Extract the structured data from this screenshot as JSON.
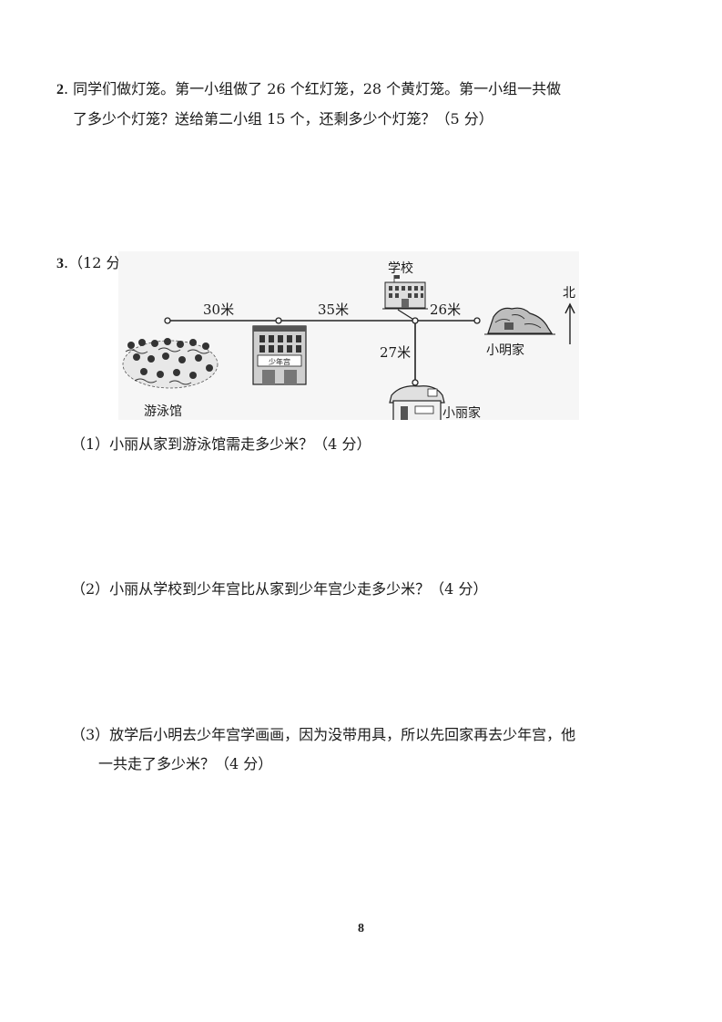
{
  "q2": {
    "number": "2",
    "line1": ". 同学们做灯笼。第一小组做了 26 个红灯笼，28 个黄灯笼。第一小组一共做",
    "line2": "了多少个灯笼？送给第二小组 15 个，还剩多少个灯笼？（5 分）"
  },
  "q3": {
    "number": "3",
    "header": ".（12 分）",
    "map": {
      "places": {
        "pool": "游泳馆",
        "palace": "少年宫",
        "palace_sign": "少年宫",
        "school": "学校",
        "xiaoming": "小明家",
        "xiaoli": "小丽家"
      },
      "distances": {
        "pool_palace": "30米",
        "palace_junction": "35米",
        "junction_xiaoming": "26米",
        "junction_xiaoli": "27米"
      },
      "north": "北"
    },
    "sub1": "（1）小丽从家到游泳馆需走多少米？（4 分）",
    "sub2": "（2）小丽从学校到少年宫比从家到少年宫少走多少米？（4 分）",
    "sub3_line1": "（3）放学后小明去少年宫学画画，因为没带用具，所以先回家再去少年宫，他",
    "sub3_line2": "一共走了多少米？（4 分）"
  },
  "page_number": "8"
}
